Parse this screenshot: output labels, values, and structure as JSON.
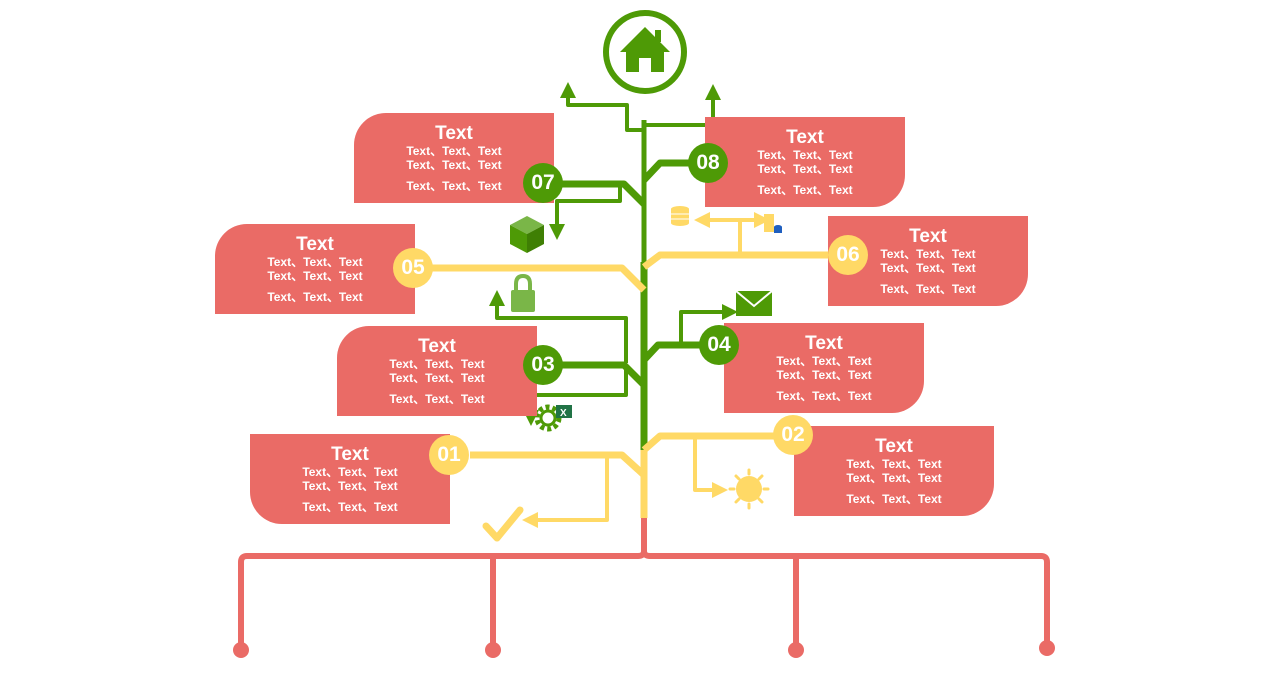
{
  "colors": {
    "green": "#4e9a06",
    "yellow": "#ffd966",
    "card": "#ea6b66",
    "root": "#ea6b66",
    "lightgreen": "#7ab648",
    "blue": "#1f5fbf"
  },
  "items": [
    {
      "num": "01",
      "title": "Text",
      "lines": [
        "Text、Text、Text",
        "Text、Text、Text",
        "Text、Text、Text"
      ],
      "icon": "checkmark-icon"
    },
    {
      "num": "02",
      "title": "Text",
      "lines": [
        "Text、Text、Text",
        "Text、Text、Text",
        "Text、Text、Text"
      ],
      "icon": "sun-icon"
    },
    {
      "num": "03",
      "title": "Text",
      "lines": [
        "Text、Text、Text",
        "Text、Text、Text",
        "Text、Text、Text"
      ],
      "icon": "gear-excel-icon"
    },
    {
      "num": "04",
      "title": "Text",
      "lines": [
        "Text、Text、Text",
        "Text、Text、Text",
        "Text、Text、Text"
      ],
      "icon": "envelope-icon"
    },
    {
      "num": "05",
      "title": "Text",
      "lines": [
        "Text、Text、Text",
        "Text、Text、Text",
        "Text、Text、Text"
      ],
      "icon": "padlock-icon"
    },
    {
      "num": "06",
      "title": "Text",
      "lines": [
        "Text、Text、Text",
        "Text、Text、Text",
        "Text、Text、Text"
      ],
      "icon": "database-icon"
    },
    {
      "num": "07",
      "title": "Text",
      "lines": [
        "Text、Text、Text",
        "Text、Text、Text",
        "Text、Text、Text"
      ],
      "icon": "cube-icon"
    },
    {
      "num": "08",
      "title": "Text",
      "lines": [
        "Text、Text、Text",
        "Text、Text、Text",
        "Text、Text、Text"
      ],
      "icon": "arrows-up-icon"
    }
  ],
  "top_icon": "house-icon"
}
